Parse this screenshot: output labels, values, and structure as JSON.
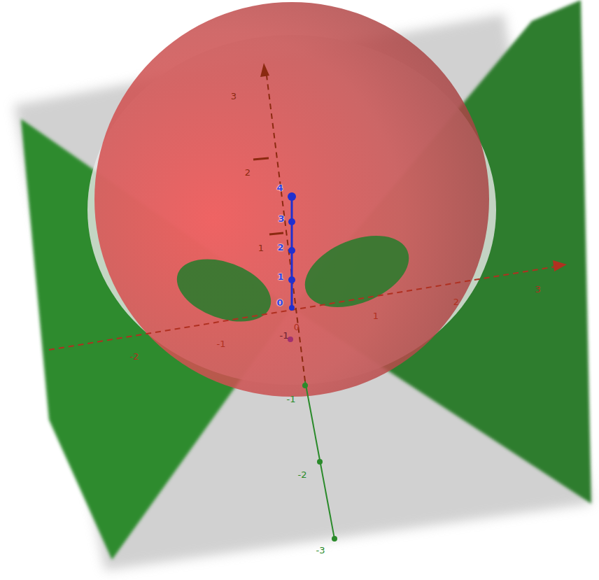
{
  "diagram": {
    "labels": [
      "3",
      "2",
      "1",
      "3",
      "2",
      "1",
      "-1",
      "-2",
      "4",
      "3",
      "2",
      "1",
      "0",
      "0",
      "-1",
      "-1",
      "-2",
      "-3"
    ]
  }
}
